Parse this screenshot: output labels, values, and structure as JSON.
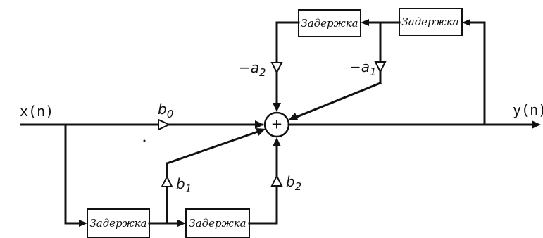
{
  "signals": {
    "input": "x(n)",
    "output": "y(n)"
  },
  "delay_label": "Задержка",
  "coefficients": {
    "b0_main": "b",
    "b0_sub": "0",
    "b1_main": "b",
    "b1_sub": "1",
    "b2_main": "b",
    "b2_sub": "2",
    "a1_main": "−a",
    "a1_sub": "1",
    "a2_main": "−a",
    "a2_sub": "2"
  },
  "adder_symbol": "+"
}
